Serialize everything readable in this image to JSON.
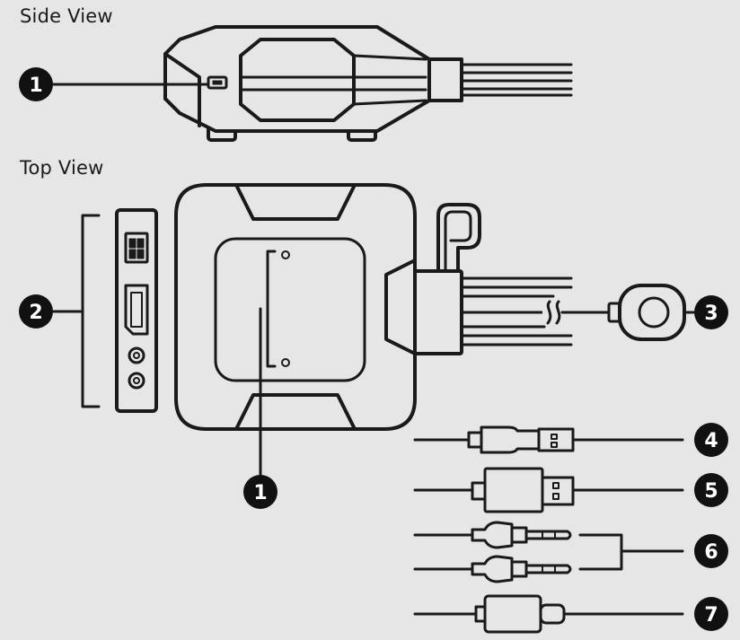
{
  "labels": {
    "side_view": "Side View",
    "top_view": "Top View"
  },
  "callouts": {
    "side_1": "1",
    "top_1": "1",
    "c2": "2",
    "c3": "3",
    "c4": "4",
    "c5": "5",
    "c6": "6",
    "c7": "7"
  },
  "colors": {
    "background": "#e6e6e6",
    "stroke": "#1a1a1a",
    "fill": "#e6e6e6",
    "callout": "#111111"
  }
}
